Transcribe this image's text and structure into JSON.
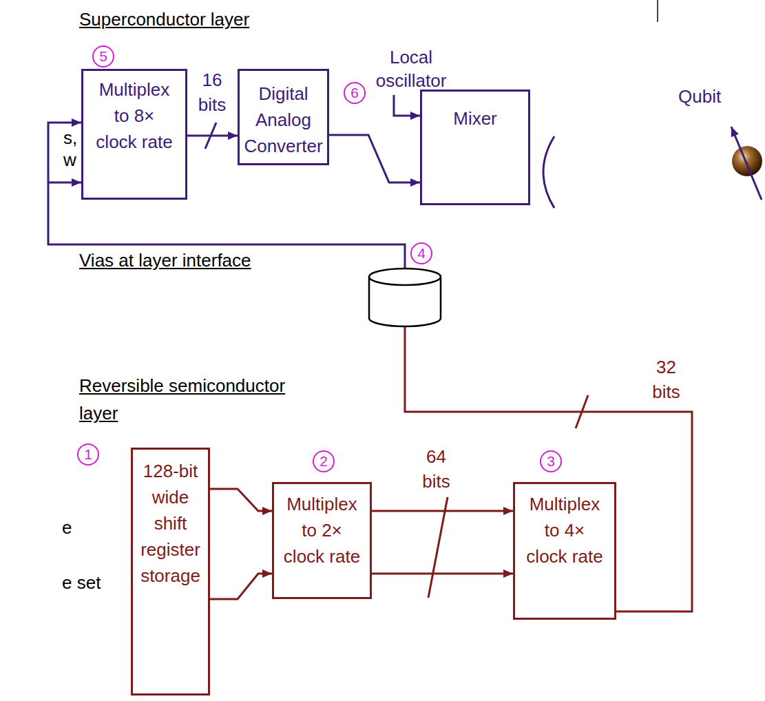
{
  "diagram": {
    "nodes": [
      {
        "text": [
          "Multiplex to 8× clock rate"
        ]
      },
      {
        "text": [
          "Digital Analog Converter"
        ]
      },
      {
        "text": [
          "Mixer"
        ]
      },
      {
        "text": [
          "128-bit wide shift register storage"
        ]
      },
      {
        "text": [
          "Multiplex to 2× clock rate"
        ]
      },
      {
        "text": [
          "Multiplex to 4× clock rate"
        ]
      }
    ],
    "edges": [
      {
        "from": 0,
        "to": 1,
        "arrow": "to"
      },
      {
        "from": 1,
        "to": 2,
        "arrow": "to"
      },
      {
        "from": 3,
        "to": 4,
        "arrow": "to"
      },
      {
        "from": 3,
        "to": 4,
        "arrow": "to"
      },
      {
        "from": 4,
        "to": 5,
        "arrow": "to"
      },
      {
        "from": 4,
        "to": 5,
        "arrow": "to"
      },
      {
        "from": 5,
        "to": 0,
        "arrow": "to"
      }
    ],
    "labels": [
      "Superconductor layer",
      "s,",
      "w",
      "5",
      "16 bits",
      "Local oscillator",
      "6",
      "Qubit",
      "Vias at layer interface",
      "4",
      "32 bits",
      "Reversible semiconductor layer",
      "1",
      "2",
      "64 bits",
      "3",
      "e",
      "e set"
    ]
  }
}
